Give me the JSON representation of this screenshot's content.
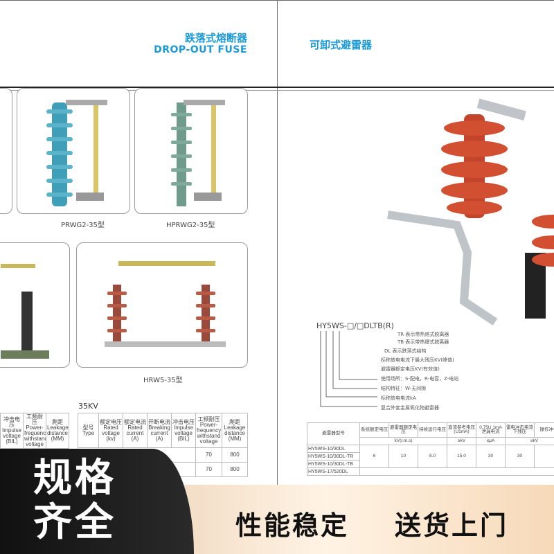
{
  "left_page": {
    "title_cn": "跌落式熔断器",
    "title_en": "DROP-OUT FUSE",
    "products": [
      {
        "caption": "PRWG2-35型"
      },
      {
        "caption": "HPRWG2-35型"
      },
      {
        "caption": "HRW5-35型"
      }
    ],
    "table": {
      "voltage_class": "35KV",
      "partial_headers": [
        "冲击电压 Impulse voltage (BIL)",
        "工频耐压 Power-frequency withstand voltage",
        "爬距 Leakage distance (MM)"
      ],
      "headers": [
        "型号 Type",
        "额定电压 Rated voltage (kv)",
        "额定电流 Rated current (A)",
        "开断电流 Breaking current (A)",
        "冲击电压 Impulse voltage (BIL)",
        "工频耐压 Power-frequency withstand voltage",
        "爬距 Leakage distance (MM)"
      ],
      "rows": [
        [
          "70",
          "800"
        ],
        [
          "70",
          "800"
        ]
      ]
    }
  },
  "right_page": {
    "title_cn": "可卸式避雷器",
    "model_code": "HY5WS-□/□DLTB(R)",
    "legend": [
      "TR 表示带热熔式脱离器",
      "TB 表示带热爆式脱离器",
      "DL 表示跌落式结构",
      "标称放电电流下最大残压KV(峰值)",
      "避雷器额定电压KV(有效值)",
      "使用场所：S-配电，R-电容，Z-电站",
      "结构特征：W-无间隙",
      "标称放电电流kA",
      "复合外套金属氧化物避雷器"
    ],
    "table": {
      "headers": [
        "避雷器型号",
        "系统额定电压",
        "避雷器额定电压",
        "持续运行电压",
        "直流参考电压 (U1mA)",
        "0.75U 1mA 泄漏电流",
        "雷电冲击电流下残压",
        "操作冲击"
      ],
      "units": [
        "kV(r.m.s)",
        "≥kV",
        "≤μA",
        "≤kV"
      ],
      "rows": [
        [
          "HY5WS-10/30DL"
        ],
        [
          "HY5WS-10/30DL-TR"
        ],
        [
          "HY5WS-10/30DL-TB"
        ],
        [
          "HY5WS-17/520DL"
        ]
      ],
      "group_values": [
        "6",
        "10",
        "8.0",
        "15.0",
        "30",
        "30"
      ]
    }
  },
  "banner": {
    "left_line1": "规格",
    "left_line2": "齐全",
    "slogan1": "性能稳定",
    "slogan2": "送货上门"
  }
}
